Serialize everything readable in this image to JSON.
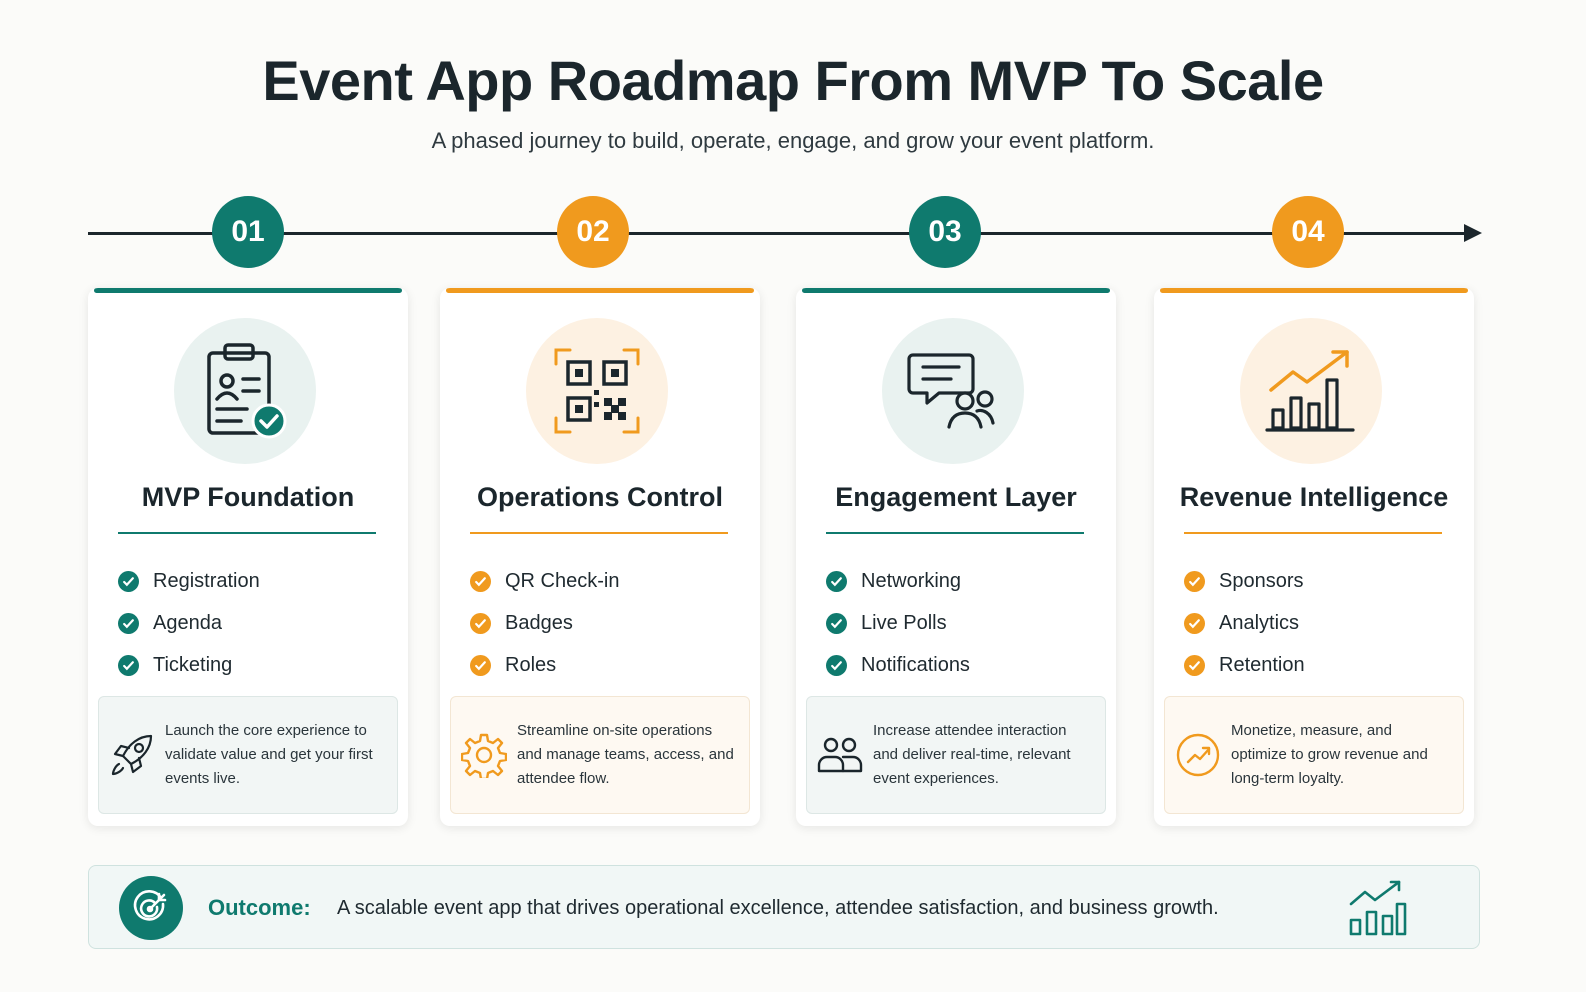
{
  "header": {
    "title": "Event App Roadmap From MVP To Scale",
    "subtitle": "A phased journey to build, operate, engage, and grow your event platform."
  },
  "colors": {
    "teal": "#0f7a6e",
    "orange": "#f09a1e",
    "dark": "#1b262c"
  },
  "phases": [
    {
      "number": "01",
      "title": "MVP Foundation",
      "accent": "teal",
      "icon": "clipboard-check-icon",
      "features": [
        "Registration",
        "Agenda",
        "Ticketing"
      ],
      "note_icon": "rocket-icon",
      "note": "Launch the core experience to validate value and get your first events live."
    },
    {
      "number": "02",
      "title": "Operations Control",
      "accent": "orange",
      "icon": "qr-code-icon",
      "features": [
        "QR Check-in",
        "Badges",
        "Roles"
      ],
      "note_icon": "gear-icon",
      "note": "Streamline on-site operations and manage teams, access, and attendee flow."
    },
    {
      "number": "03",
      "title": "Engagement Layer",
      "accent": "teal",
      "icon": "chat-people-icon",
      "features": [
        "Networking",
        "Live Polls",
        "Notifications"
      ],
      "note_icon": "users-icon",
      "note": "Increase attendee interaction and deliver real-time, relevant event experiences."
    },
    {
      "number": "04",
      "title": "Revenue Intelligence",
      "accent": "orange",
      "icon": "growth-chart-icon",
      "features": [
        "Sponsors",
        "Analytics",
        "Retention"
      ],
      "note_icon": "trend-up-icon",
      "note": "Monetize, measure, and optimize to grow revenue and long-term loyalty."
    }
  ],
  "outcome": {
    "label": "Outcome:",
    "text": "A scalable event app that drives operational excellence, attendee satisfaction, and business growth.",
    "icon": "target-icon",
    "chart_icon": "bar-growth-icon"
  }
}
